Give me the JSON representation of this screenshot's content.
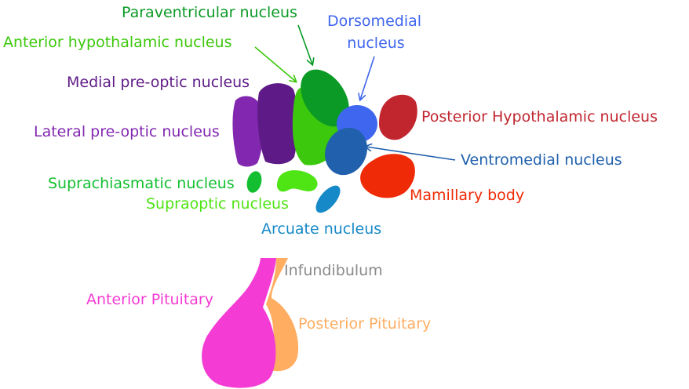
{
  "labels": {
    "paraventricular": "Paraventricular nucleus",
    "anterior_hypothalamic": "Anterior hypothalamic nucleus",
    "dorsomedial_line1": "Dorsomedial",
    "dorsomedial_line2": "nucleus",
    "medial_preoptic": "Medial pre-optic nucleus",
    "posterior_hypothalamic": "Posterior Hypothalamic nucleus",
    "lateral_preoptic": "Lateral pre-optic nucleus",
    "ventromedial": "Ventromedial nucleus",
    "suprachiasmatic": "Suprachiasmatic nucleus",
    "mamillary": "Mamillary body",
    "supraoptic": "Supraoptic nucleus",
    "arcuate": "Arcuate nucleus",
    "infundibulum": "Infundibulum",
    "anterior_pituitary": "Anterior Pituitary",
    "posterior_pituitary": "Posterior Pituitary"
  },
  "colors": {
    "paraventricular": "#0a9a25",
    "anterior_hypothalamic": "#3cc80c",
    "dorsomedial": "#3f66ee",
    "medial_preoptic": "#5e1b87",
    "posterior_hypothalamic": "#c1262f",
    "lateral_preoptic": "#8228b0",
    "ventromedial": "#2060ac",
    "suprachiasmatic": "#13bf30",
    "mamillary": "#ef2a06",
    "supraoptic": "#4fe414",
    "arcuate": "#1689c8",
    "infundibulum": "#8a8a8a",
    "anterior_pituitary": "#f43bd3",
    "posterior_pituitary": "#ffad61"
  }
}
